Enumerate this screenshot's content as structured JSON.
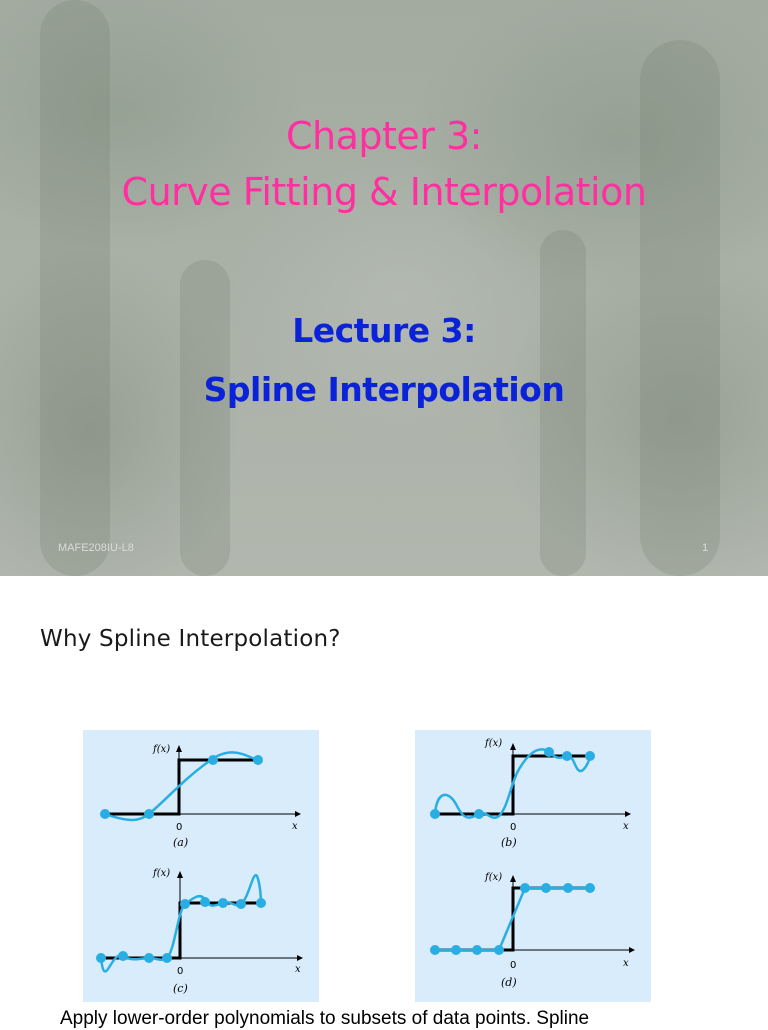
{
  "slide1": {
    "title_line1": "Chapter 3:",
    "title_line2": "Curve Fitting & Interpolation",
    "subtitle_line1": "Lecture 3:",
    "subtitle_line2": "Spline Interpolation",
    "footer_left": "MAFE208IU-L8",
    "page_number": "1",
    "colors": {
      "title": "#ff2fa0",
      "subtitle": "#0a22d8"
    }
  },
  "slide2": {
    "heading": "Why Spline Interpolation?",
    "body": "Apply lower-order polynomials to subsets of data points. Spline",
    "figure": {
      "panels": [
        {
          "tag": "(a)",
          "ylabel": "f(x)",
          "xlabel": "x",
          "origin": "0"
        },
        {
          "tag": "(b)",
          "ylabel": "f(x)",
          "xlabel": "x",
          "origin": "0"
        },
        {
          "tag": "(c)",
          "ylabel": "f(x)",
          "xlabel": "x",
          "origin": "0"
        },
        {
          "tag": "(d)",
          "ylabel": "f(x)",
          "xlabel": "x",
          "origin": "0"
        }
      ],
      "colors": {
        "panel_bg": "#d9ecfb",
        "curve": "#29aee3",
        "step": "#000000"
      }
    }
  }
}
